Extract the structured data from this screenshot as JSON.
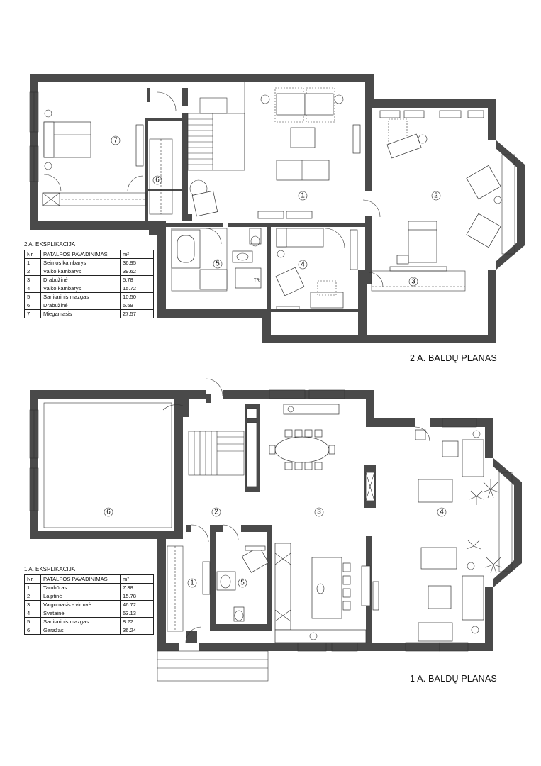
{
  "upper": {
    "title": "2 A. BALDŲ PLANAS",
    "table_title": "2 A. EKSPLIKACIJA",
    "headers": [
      "Nr.",
      "PATALPOS PAVADINIMAS",
      "m²"
    ],
    "rows": [
      [
        "1",
        "Šeimos kambarys",
        "36.95"
      ],
      [
        "2",
        "Vaiko kambarys",
        "39.62"
      ],
      [
        "3",
        "Drabužinė",
        "5.78"
      ],
      [
        "4",
        "Vaiko kambarys",
        "15.72"
      ],
      [
        "5",
        "Sanitarinis mazgas",
        "10.50"
      ],
      [
        "6",
        "Drabužinė",
        "5.59"
      ],
      [
        "7",
        "Miegamasis",
        "27.57"
      ]
    ],
    "room_labels": [
      "1",
      "2",
      "3",
      "4",
      "5",
      "6",
      "7"
    ]
  },
  "lower": {
    "title": "1 A. BALDŲ PLANAS",
    "table_title": "1 A. EKSPLIKACIJA",
    "headers": [
      "Nr.",
      "PATALPOS PAVADINIMAS",
      "m²"
    ],
    "rows": [
      [
        "1",
        "Tambūras",
        "7.38"
      ],
      [
        "2",
        "Laiptinė",
        "15.78"
      ],
      [
        "3",
        "Valgomasis - virtuvė",
        "46.72"
      ],
      [
        "4",
        "Svetainė",
        "53.13"
      ],
      [
        "5",
        "Sanitarinis mazgas",
        "8.22"
      ],
      [
        "6",
        "Garažas",
        "36.24"
      ]
    ],
    "room_labels": [
      "1",
      "2",
      "3",
      "4",
      "5",
      "6"
    ]
  },
  "wc_mark": "TR"
}
